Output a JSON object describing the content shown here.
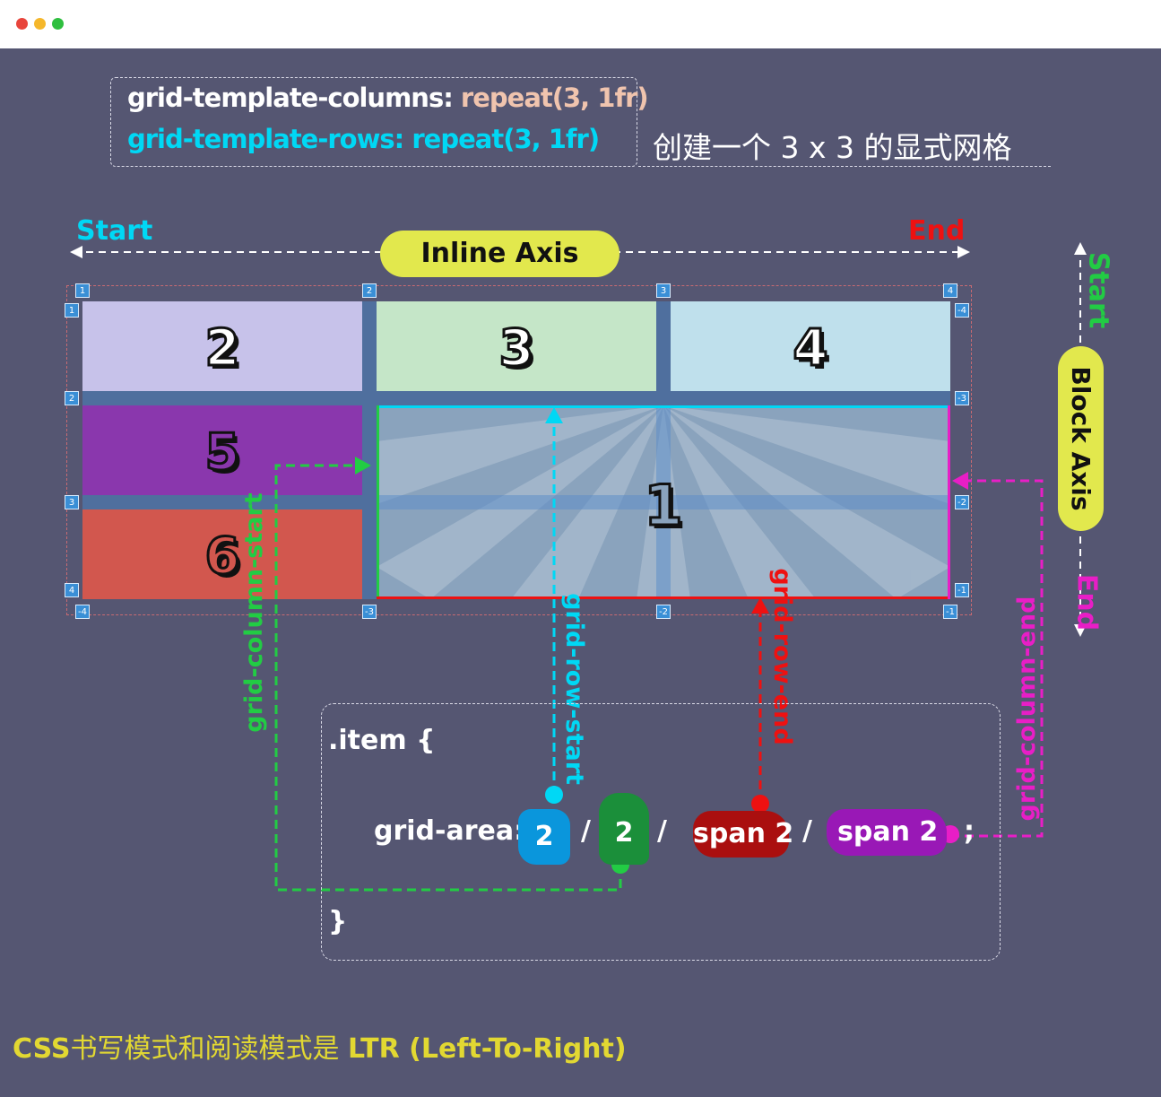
{
  "window": {
    "controls": [
      {
        "name": "close",
        "color": "#e8453c"
      },
      {
        "name": "minimize",
        "color": "#f5b72b"
      },
      {
        "name": "maximize",
        "color": "#2fbf3f"
      }
    ]
  },
  "code_top": {
    "line1_prop": "grid-template-columns:",
    "line1_val": "repeat(3,  1fr)",
    "line2_prop": "grid-template-rows:",
    "line2_val": "repeat(3,  1fr)",
    "note": "创建一个 3 x 3 的显式网格"
  },
  "inline_axis": {
    "label": "Inline Axis",
    "start": "Start",
    "end": "End"
  },
  "block_axis": {
    "label": "Block  Axis",
    "start": "Start",
    "end": "End"
  },
  "grid": {
    "cells": [
      {
        "label": "2",
        "color": "#c7c2ea"
      },
      {
        "label": "3",
        "color": "#c5e6c8"
      },
      {
        "label": "4",
        "color": "#bfe0ec"
      },
      {
        "label": "5",
        "color": "#8a37ad"
      },
      {
        "label": "6",
        "color": "#d2574e"
      }
    ],
    "item_label": "1",
    "col_lines_top": [
      "1",
      "2",
      "3",
      "4"
    ],
    "col_lines_bottom": [
      "-4",
      "-3",
      "-2",
      "-1"
    ],
    "row_lines_left": [
      "1",
      "2",
      "3",
      "4"
    ],
    "row_lines_right": [
      "-4",
      "-3",
      "-2",
      "-1"
    ]
  },
  "annotations": {
    "grid_column_start": "grid-column-start",
    "grid_row_start": "grid-row-start",
    "grid_row_end": "grid-row-end",
    "grid_column_end": "grid-column-end"
  },
  "code_block": {
    "selector": ".item {",
    "property": "grid-area:",
    "v1": "2",
    "v2": "2",
    "v3": "span 2",
    "v4": "span  2",
    "sep": "/",
    "semicolon": ";",
    "close": "}"
  },
  "colors": {
    "bg": "#555672",
    "cyan": "#00d8f5",
    "green": "#22cc44",
    "red": "#ee1111",
    "magenta": "#e81ec6",
    "yellow": "#e2e84d",
    "peach": "#f0c4ae"
  },
  "footer": {
    "css": "CSS",
    "text": "书写模式和阅读模式是 ",
    "ltr": "LTR (Left-To-Right)"
  }
}
